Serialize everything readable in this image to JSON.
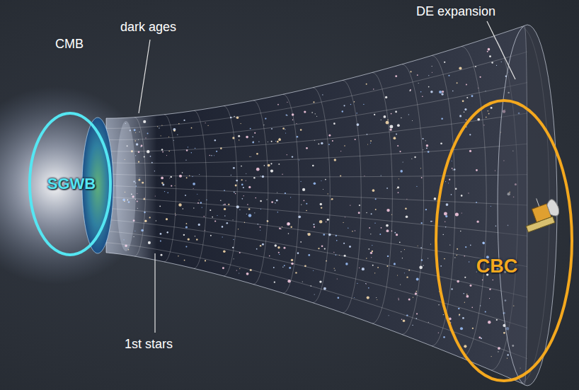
{
  "diagram": {
    "nodes": [
      {
        "text": [
          "SGWB"
        ]
      },
      {
        "text": [
          "CBC"
        ]
      }
    ],
    "labels": [
      "CMB",
      "dark ages",
      "1st stars",
      "DE expansion"
    ]
  }
}
